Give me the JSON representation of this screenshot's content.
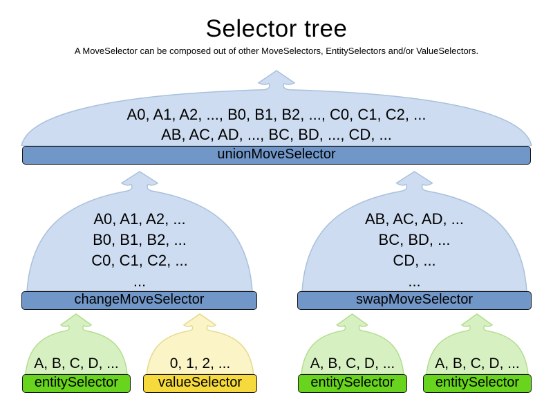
{
  "page": {
    "title": "Selector tree",
    "subtitle": "A MoveSelector can be composed out of other MoveSelectors, EntitySelectors and/or ValueSelectors."
  },
  "colors": {
    "move_balloon_fill": "#cddcf0",
    "move_balloon_stroke": "#a9c0dc",
    "move_bar": "#7197c9",
    "entity_balloon_fill": "#d7f0c2",
    "entity_balloon_stroke": "#b2dd8e",
    "entity_bar": "#68d41e",
    "value_balloon_fill": "#fbf4c6",
    "value_balloon_stroke": "#e6d98f",
    "value_bar": "#f6da3d",
    "bar_border": "#141414"
  },
  "tree": {
    "union": {
      "label": "unionMoveSelector",
      "lines": {
        "0": "A0, A1, A2, ..., B0, B1, B2, ..., C0, C1, C2, ...",
        "1": "AB, AC, AD, ..., BC, BD, ..., CD, ..."
      }
    },
    "change": {
      "label": "changeMoveSelector",
      "lines": {
        "0": "A0, A1, A2, ...",
        "1": "B0, B1, B2, ...",
        "2": "C0, C1, C2, ...",
        "3": "..."
      }
    },
    "swap": {
      "label": "swapMoveSelector",
      "lines": {
        "0": "AB, AC, AD, ...",
        "1": "BC, BD, ...",
        "2": "CD, ...",
        "3": "..."
      }
    },
    "entity1": {
      "label": "entitySelector",
      "lines": {
        "0": "A, B, C, D, ..."
      }
    },
    "value1": {
      "label": "valueSelector",
      "lines": {
        "0": "0, 1, 2, ..."
      }
    },
    "entity2": {
      "label": "entitySelector",
      "lines": {
        "0": "A, B, C, D, ..."
      }
    },
    "entity3": {
      "label": "entitySelector",
      "lines": {
        "0": "A, B, C, D, ..."
      }
    }
  }
}
